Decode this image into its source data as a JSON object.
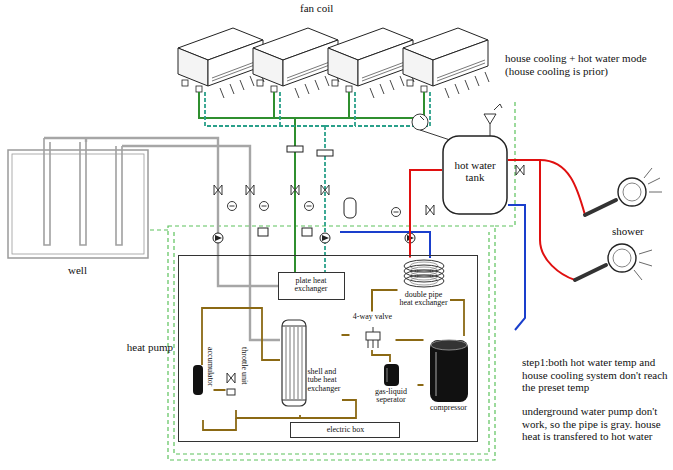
{
  "diagram": {
    "nodes": [
      {
        "text": [
          "heat pump"
        ]
      },
      {
        "text": [
          "plate heat exchanger"
        ],
        "in": 0
      },
      {
        "text": [
          "shell and tube heat exchanger"
        ],
        "in": 0
      },
      {
        "text": [
          "double pipe heat exchanger"
        ],
        "in": 0
      },
      {
        "text": [
          "4-way valve"
        ],
        "in": 0
      },
      {
        "text": [
          "gas-liquid seperator"
        ],
        "in": 0
      },
      {
        "text": [
          "compressor"
        ],
        "in": 0
      },
      {
        "text": [
          "accumulator"
        ],
        "in": 0
      },
      {
        "text": [
          "throttle unit"
        ],
        "in": 0
      },
      {
        "text": [
          "electric box"
        ],
        "in": 0
      },
      {
        "text": [
          "hot water tank"
        ]
      }
    ],
    "edges": [
      {
        "from": 5,
        "to": 6,
        "arrow": "none"
      },
      {
        "from": 6,
        "to": 4,
        "arrow": "none"
      },
      {
        "from": 4,
        "to": 3,
        "arrow": "none"
      },
      {
        "from": 2,
        "to": 4,
        "arrow": "none"
      },
      {
        "from": 3,
        "to": 10,
        "arrow": "none"
      },
      {
        "from": 7,
        "to": 8,
        "arrow": "none"
      }
    ],
    "labels": [
      "fan coil",
      "house cooling + hot water mode (house cooling is prior)",
      "well",
      "shower",
      "step1:both hot water temp and house cooling system don't reach the preset temp",
      "underground water pump don't work, so the pipe is gray. house heat is transfered to hot water"
    ]
  }
}
